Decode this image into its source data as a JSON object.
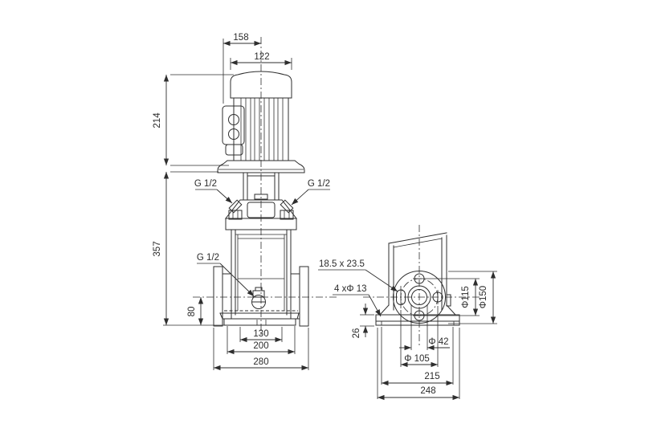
{
  "page": {
    "background": "#ffffff",
    "line_color": "#2e2e2e",
    "text_color": "#2b2b2b",
    "description_labels_only": "dimensional drawing, two pump views"
  },
  "left_view": {
    "dims": {
      "d158": "158",
      "d122": "122",
      "d214": "214",
      "d357": "357",
      "d80": "80",
      "d130": "130",
      "d200": "200",
      "d280": "280"
    },
    "port_labels": {
      "plug_left": "G 1/2",
      "plug_right": "G 1/2",
      "drain": "G 1/2"
    }
  },
  "right_view": {
    "dims": {
      "slot": "18.5 x 23.5",
      "base_holes": "4 xΦ 13",
      "d115": "Φ115",
      "d150": "Φ150",
      "d42": "Φ 42",
      "d105": "Φ 105",
      "d26": "26",
      "d215": "215",
      "d248": "248"
    }
  }
}
